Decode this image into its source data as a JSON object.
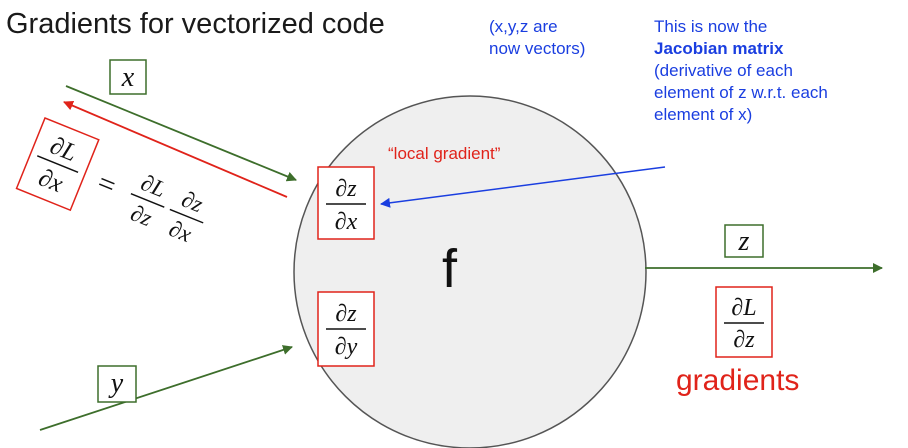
{
  "title": "Gradients for vectorized code",
  "note_vectors": [
    "(x,y,z are",
    "now vectors)"
  ],
  "note_jacobian": {
    "line1": "This is now the",
    "bold": "Jacobian matrix",
    "lines": [
      "(derivative of each",
      "element of z w.r.t. each",
      "element of x)"
    ]
  },
  "local_gradient_label": "“local gradient”",
  "node_label": "f",
  "gradients_label": "gradients",
  "variables": {
    "x": "x",
    "y": "y",
    "z": "z"
  },
  "fractions": {
    "dz_dx": {
      "num": "∂z",
      "den": "∂x"
    },
    "dz_dy": {
      "num": "∂z",
      "den": "∂y"
    },
    "dL_dz": {
      "num": "∂L",
      "den": "∂z"
    },
    "dL_dx": {
      "num": "∂L",
      "den": "∂x"
    },
    "chain_dL_dz": {
      "num": "∂L",
      "den": "∂z"
    },
    "chain_dz_dx": {
      "num": "∂z",
      "den": "∂x"
    },
    "equals": "="
  },
  "colors": {
    "green": "#3d6e2b",
    "red": "#e0231a",
    "blue": "#1a3ee0",
    "circle_fill": "#efefef",
    "circle_stroke": "#555555"
  }
}
